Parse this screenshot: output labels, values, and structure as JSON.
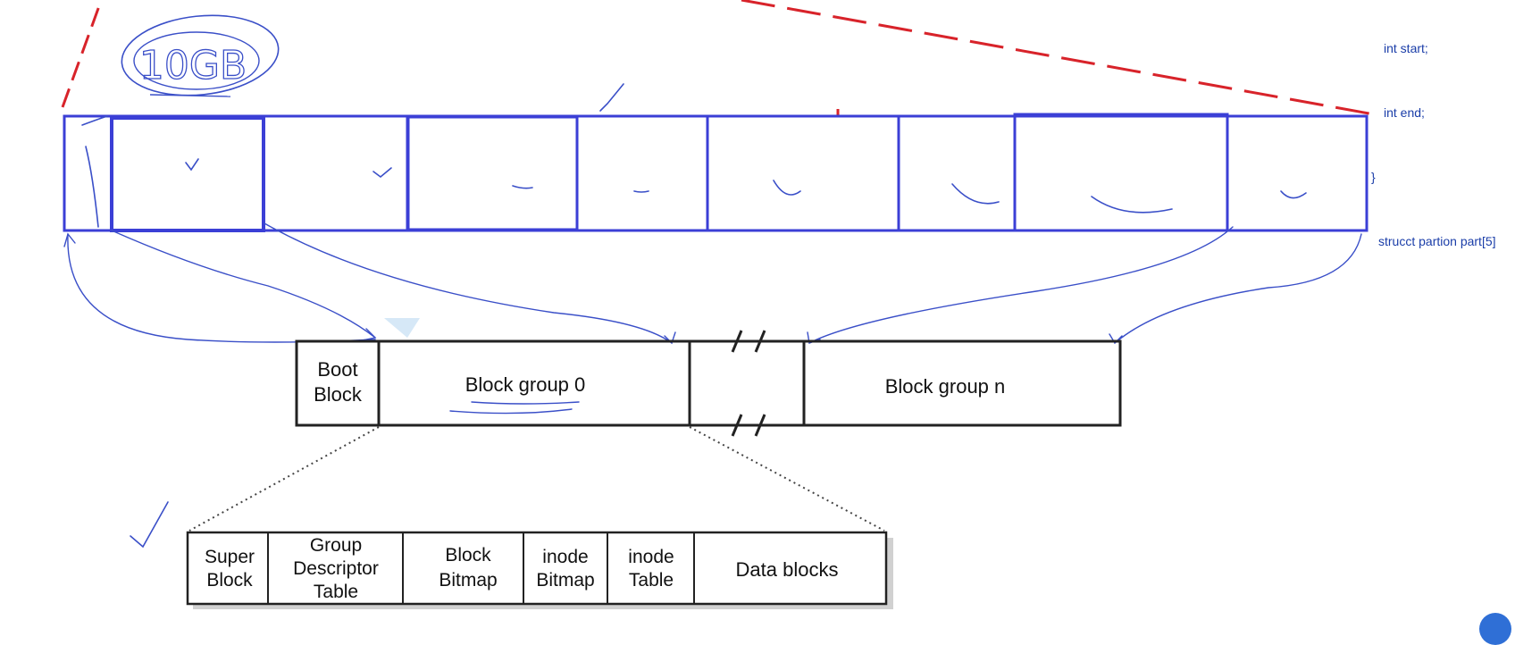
{
  "code_snippet": {
    "line1": "int start;",
    "line2": "int end;",
    "line3": "}",
    "line4": "strucct partion part[5]"
  },
  "handwritten_note": "10GB",
  "disk_layout": {
    "boot_block": [
      "Boot",
      "Block"
    ],
    "block_group_0": "Block group 0",
    "block_group_n": "Block group n"
  },
  "block_group_detail": {
    "cells": [
      [
        "Super",
        "Block"
      ],
      [
        "Group",
        "Descriptor",
        "Table"
      ],
      [
        "Block",
        "Bitmap"
      ],
      [
        "inode",
        "Bitmap"
      ],
      [
        "inode",
        "Table"
      ],
      [
        "Data blocks"
      ]
    ]
  },
  "colors": {
    "partition_blue": "#3b3fd6",
    "annotation_blue": "#3a4fc8",
    "red_dash": "#d8232a",
    "diagram_ink": "#222222"
  }
}
